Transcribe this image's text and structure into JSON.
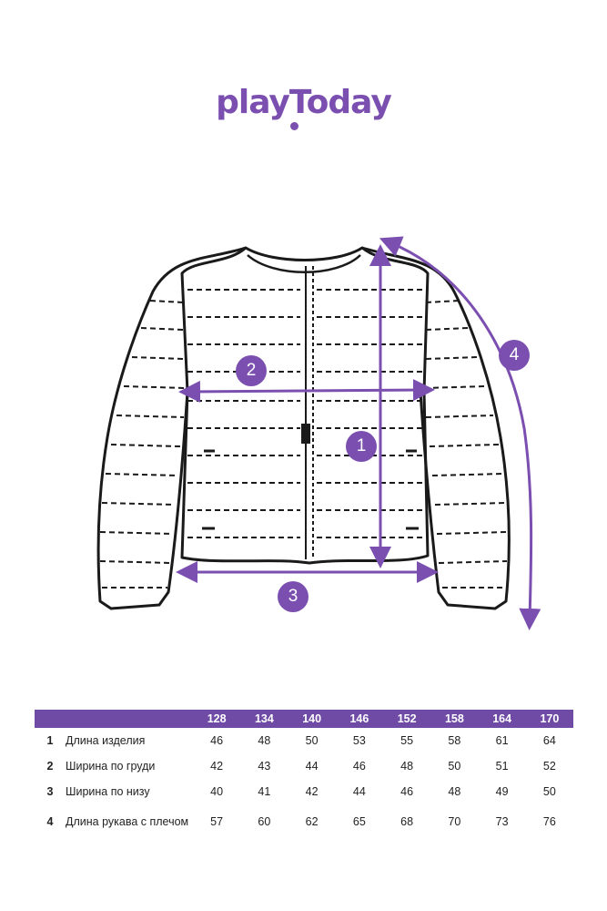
{
  "brand": {
    "logo_text": "playToday",
    "accent_color": "#7b4fb0"
  },
  "diagram": {
    "badges": [
      "1",
      "2",
      "3",
      "4"
    ]
  },
  "size_table": {
    "sizes": [
      "128",
      "134",
      "140",
      "146",
      "152",
      "158",
      "164",
      "170"
    ],
    "rows": [
      {
        "index": "1",
        "label": "Длина изделия",
        "values": [
          "46",
          "48",
          "50",
          "53",
          "55",
          "58",
          "61",
          "64"
        ]
      },
      {
        "index": "2",
        "label": "Ширина по груди",
        "values": [
          "42",
          "43",
          "44",
          "46",
          "48",
          "50",
          "51",
          "52"
        ]
      },
      {
        "index": "3",
        "label": "Ширина по низу",
        "values": [
          "40",
          "41",
          "42",
          "44",
          "46",
          "48",
          "49",
          "50"
        ]
      },
      {
        "index": "4",
        "label": "Длина рукава с плечом",
        "values": [
          "57",
          "60",
          "62",
          "65",
          "68",
          "70",
          "73",
          "76"
        ]
      }
    ]
  }
}
